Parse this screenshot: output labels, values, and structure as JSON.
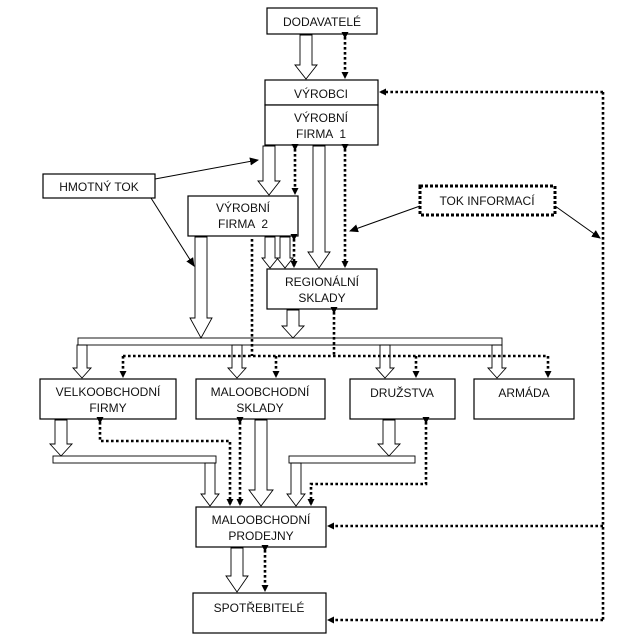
{
  "diagram": {
    "nodes": {
      "dodavatele": "DODAVATELÉ",
      "vyrobci": "VÝROBCI",
      "vyrobni_firma_1": [
        "VÝROBNÍ",
        "FIRMA  1"
      ],
      "hmotny_tok": "HMOTNÝ TOK",
      "tok_informaci": "TOK INFORMACÍ",
      "vyrobni_firma_2": [
        "VÝROBNÍ",
        "FIRMA  2"
      ],
      "regionalni_sklady": [
        "REGIONÁLNÍ",
        "SKLADY"
      ],
      "velkoobchodni_firmy": [
        "VELKOOBCHODNÍ",
        "FIRMY"
      ],
      "maloobchodni_sklady": [
        "MALOOBCHODNÍ",
        "SKLADY"
      ],
      "druzstva": "DRUŽSTVA",
      "armada": "ARMÁDA",
      "maloobchodni_prodejny": [
        "MALOOBCHODNÍ",
        "PRODEJNY"
      ],
      "spotrebitele": "SPOTŘEBITELÉ"
    }
  }
}
